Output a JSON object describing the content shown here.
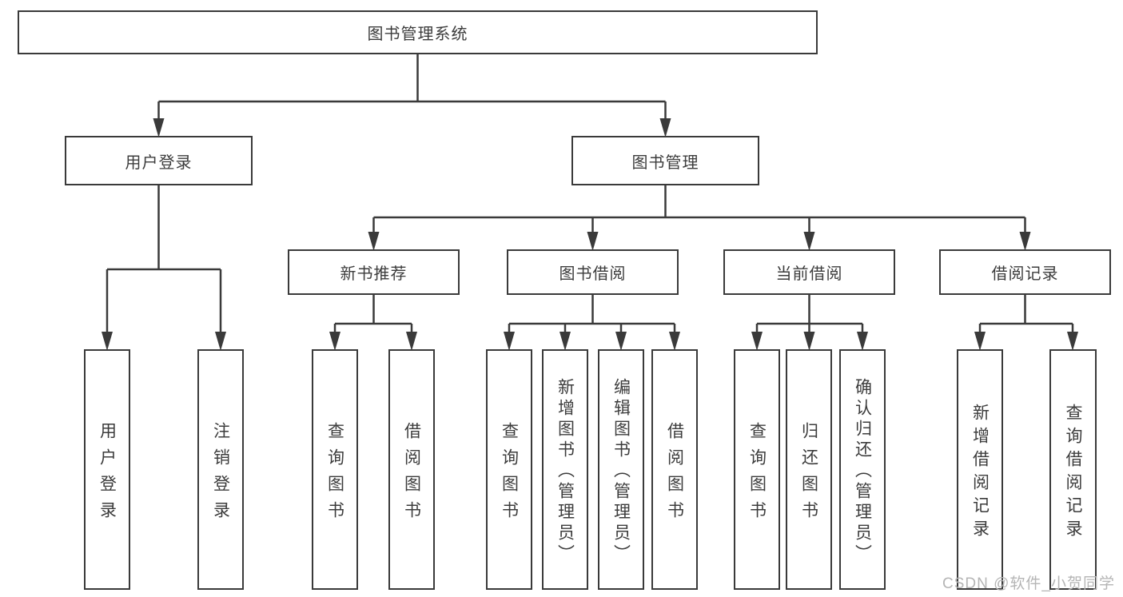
{
  "diagram": {
    "root": {
      "label": "图书管理系统"
    },
    "level2": [
      {
        "label": "用户登录"
      },
      {
        "label": "图书管理"
      }
    ],
    "level3": [
      {
        "label": "新书推荐"
      },
      {
        "label": "图书借阅"
      },
      {
        "label": "当前借阅"
      },
      {
        "label": "借阅记录"
      }
    ],
    "leaves": [
      {
        "label": "用户登录"
      },
      {
        "label": "注销登录"
      },
      {
        "label": "查询图书"
      },
      {
        "label": "借阅图书"
      },
      {
        "label": "查询图书"
      },
      {
        "label": "新增图书（管理员）"
      },
      {
        "label": "编辑图书（管理员）"
      },
      {
        "label": "借阅图书"
      },
      {
        "label": "查询图书"
      },
      {
        "label": "归还图书"
      },
      {
        "label": "确认归还（管理员）"
      },
      {
        "label": "新增借阅记录"
      },
      {
        "label": "查询借阅记录"
      }
    ]
  },
  "watermark": {
    "text": "CSDN @软件_小贺同学"
  },
  "colors": {
    "line": "#3a3a3a",
    "text": "#3c3c3c",
    "watermark": "#b5b5b5",
    "background": "#ffffff"
  }
}
